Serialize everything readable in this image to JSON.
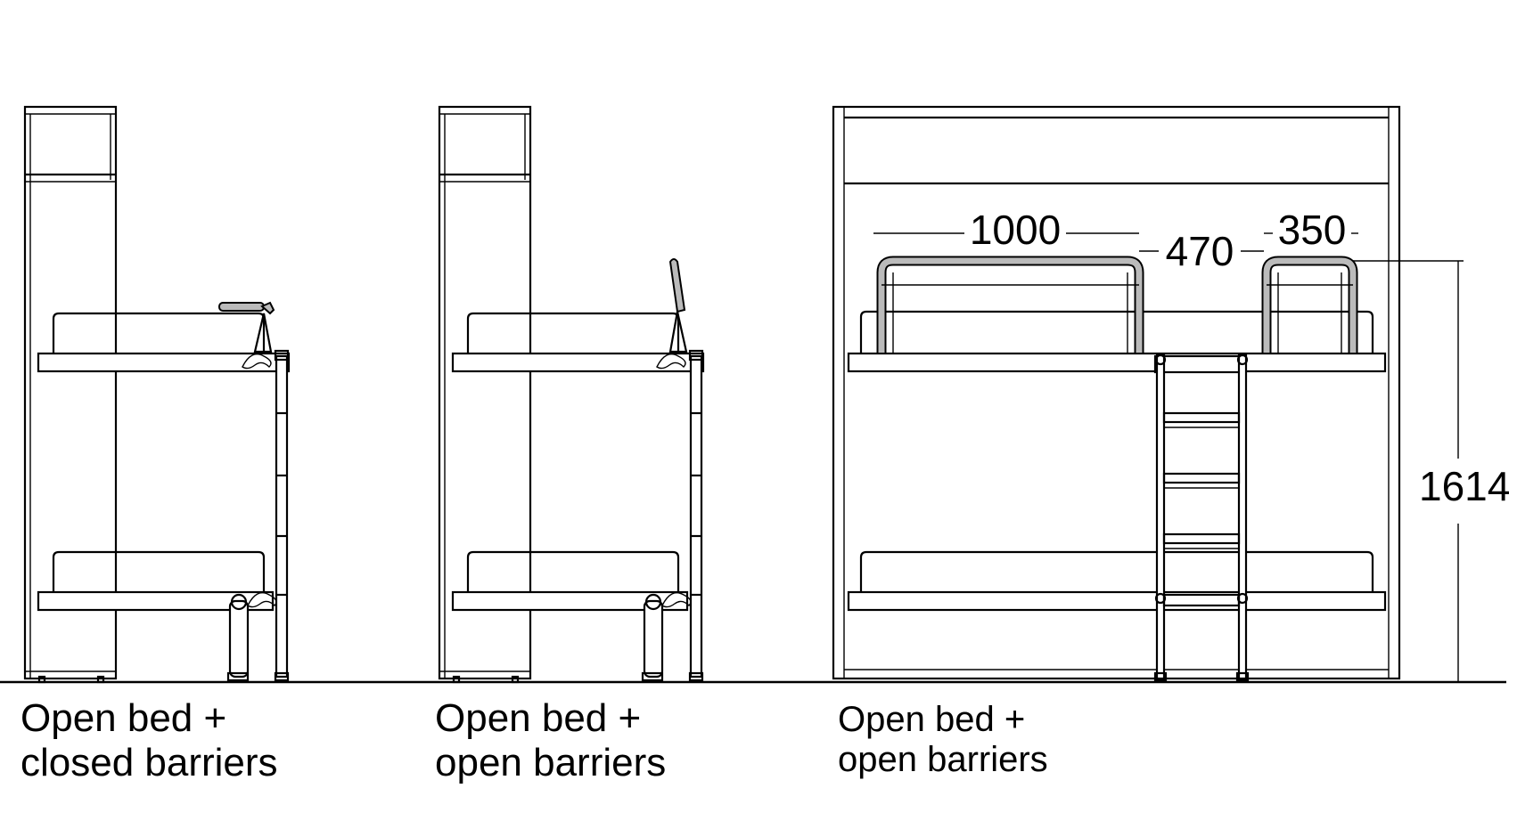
{
  "diagram": {
    "views": [
      {
        "id": "side-closed",
        "caption": [
          "Open bed +",
          "closed barriers"
        ]
      },
      {
        "id": "side-open",
        "caption": [
          "Open bed +",
          "open barriers"
        ]
      },
      {
        "id": "front-open",
        "caption": [
          "Open bed +",
          "open barriers"
        ]
      }
    ],
    "dimensions": {
      "upper_bed_length": "1000",
      "ladder_gap": "470",
      "barrier_width": "350",
      "upper_bed_height": "1614"
    },
    "colors": {
      "line": "#000000",
      "barrier_fill": "#bbbbbb",
      "background": "#ffffff"
    }
  }
}
